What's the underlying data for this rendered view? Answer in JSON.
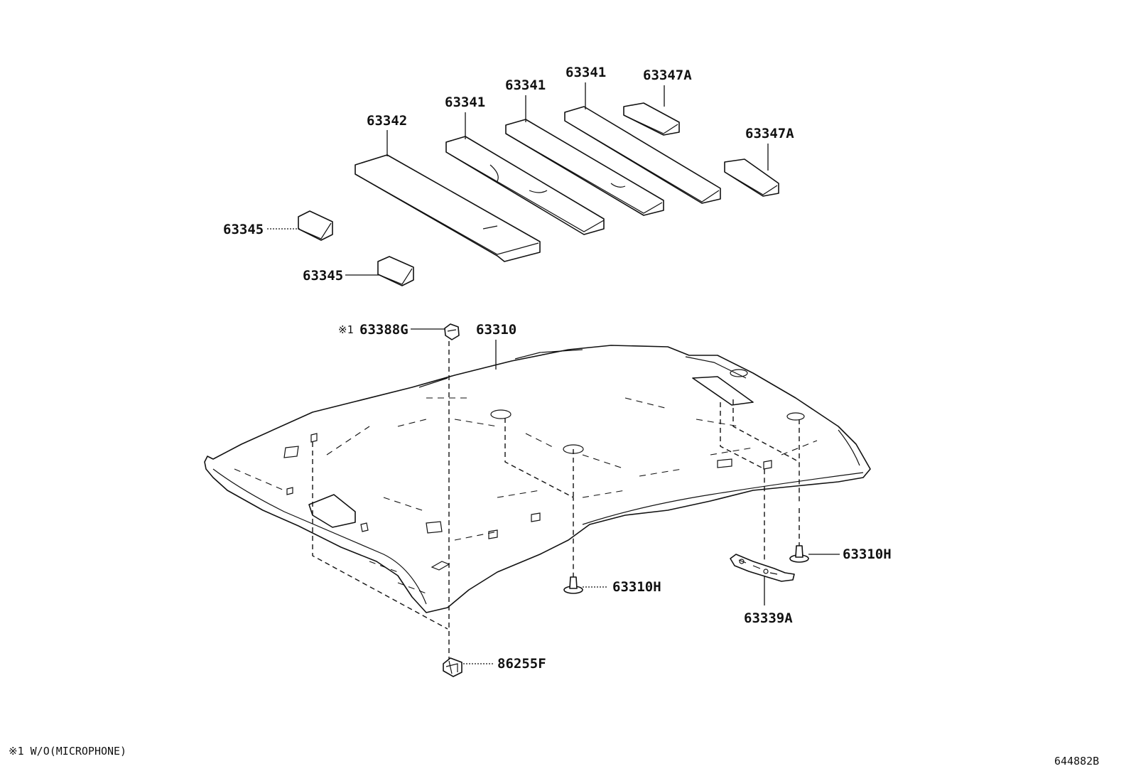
{
  "parts": {
    "p63342": "63342",
    "p63341_a": "63341",
    "p63341_b": "63341",
    "p63341_c": "63341",
    "p63347A_a": "63347A",
    "p63347A_b": "63347A",
    "p63345_a": "63345",
    "p63345_b": "63345",
    "p63388G": "63388G",
    "p63388G_mark": "※1",
    "p63310": "63310",
    "p63310H_a": "63310H",
    "p63310H_b": "63310H",
    "p63339A": "63339A",
    "p86255F": "86255F"
  },
  "footnote": "※1 W/O(MICROPHONE)",
  "diagram_id": "644882B"
}
